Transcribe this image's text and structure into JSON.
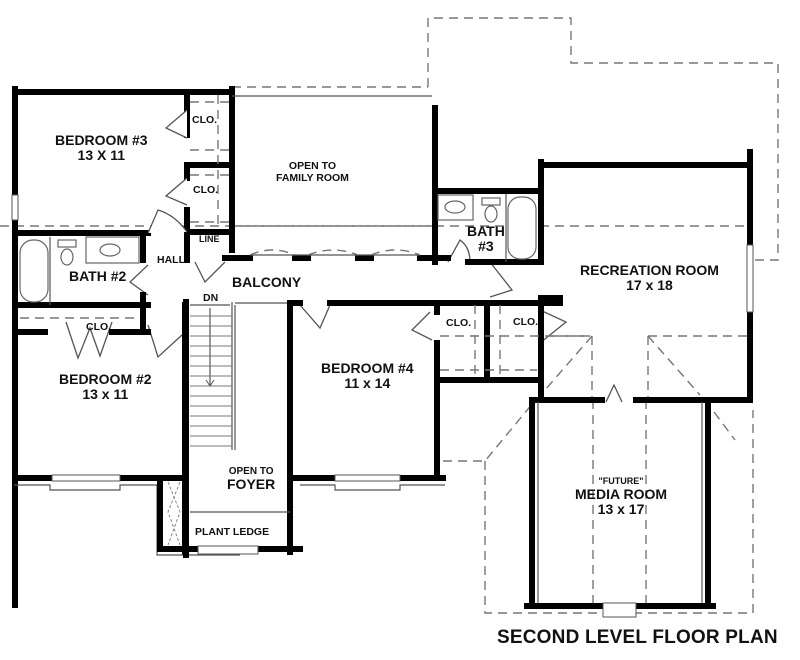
{
  "plan": {
    "title": "SECOND LEVEL FLOOR PLAN",
    "line_color": "#000000",
    "dashed_color": "#777777",
    "background": "#ffffff"
  },
  "rooms": {
    "bedroom3": {
      "name": "BEDROOM #3",
      "dims": "13 X 11"
    },
    "bedroom2": {
      "name": "BEDROOM #2",
      "dims": "13 x 11"
    },
    "bedroom4": {
      "name": "BEDROOM #4",
      "dims": "11 x 14"
    },
    "bath2": {
      "name": "BATH #2"
    },
    "bath3": {
      "name": "BATH",
      "number": "#3"
    },
    "open_family": {
      "line1": "OPEN TO",
      "line2": "FAMILY ROOM"
    },
    "open_foyer": {
      "line1": "OPEN TO",
      "line2": "FOYER"
    },
    "recreation": {
      "name": "RECREATION ROOM",
      "dims": "17 x 18"
    },
    "media": {
      "note": "\"FUTURE\"",
      "name": "MEDIA ROOM",
      "dims": "13 x 17"
    },
    "balcony": {
      "name": "BALCONY"
    },
    "hall": {
      "name": "HALL"
    },
    "linen": {
      "name": "LINE"
    },
    "stairs": {
      "direction": "DN"
    },
    "plant_ledge": {
      "name": "PLANT LEDGE"
    },
    "closets": [
      {
        "id": "clo-bed3-upper",
        "name": "CLO."
      },
      {
        "id": "clo-bed3-lower",
        "name": "CLO."
      },
      {
        "id": "clo-bed2",
        "name": "CLO."
      },
      {
        "id": "clo-bed4",
        "name": "CLO."
      },
      {
        "id": "clo-rec",
        "name": "CLO."
      }
    ]
  }
}
